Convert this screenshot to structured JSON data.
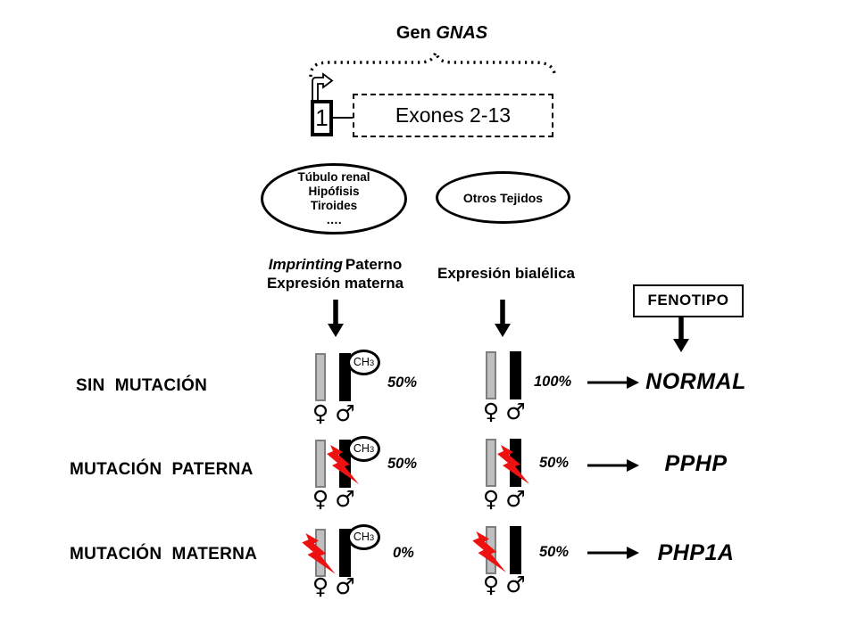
{
  "title": {
    "prefix": "Gen",
    "gene": "GNAS"
  },
  "gene_diagram": {
    "exon1_label": "1",
    "exons_label": "Exones 2-13"
  },
  "tissues": {
    "imprinted_lines": [
      "Túbulo renal",
      "Hipófisis",
      "Tiroides",
      "…."
    ],
    "other_label": "Otros Tejidos"
  },
  "expression": {
    "imprinted_line1_italic": "Imprinting",
    "imprinted_line1_rest": "Paterno",
    "imprinted_line2": "Expresión materna",
    "biallelic": "Expresión bialélica"
  },
  "phenotype_header": "FENOTIPO",
  "methyl": {
    "main": "CH",
    "sub": "3"
  },
  "symbols": {
    "female": "♀",
    "male": "♂"
  },
  "rows": [
    {
      "label": "SIN  MUTACIÓN",
      "imprinted_pct": "50%",
      "biallelic_pct": "100%",
      "phenotype": "NORMAL"
    },
    {
      "label": "MUTACIÓN  PATERNA",
      "imprinted_pct": "50%",
      "biallelic_pct": "50%",
      "phenotype": "PPHP"
    },
    {
      "label": "MUTACIÓN  MATERNA",
      "imprinted_pct": "0%",
      "biallelic_pct": "50%",
      "phenotype": "PHP1A"
    }
  ],
  "colors": {
    "maternal_fill": "#bfbfbf",
    "maternal_border": "#7f7f7f",
    "paternal_fill": "#000000",
    "bolt": "#ee1111",
    "background": "#ffffff",
    "ink": "#000000"
  }
}
